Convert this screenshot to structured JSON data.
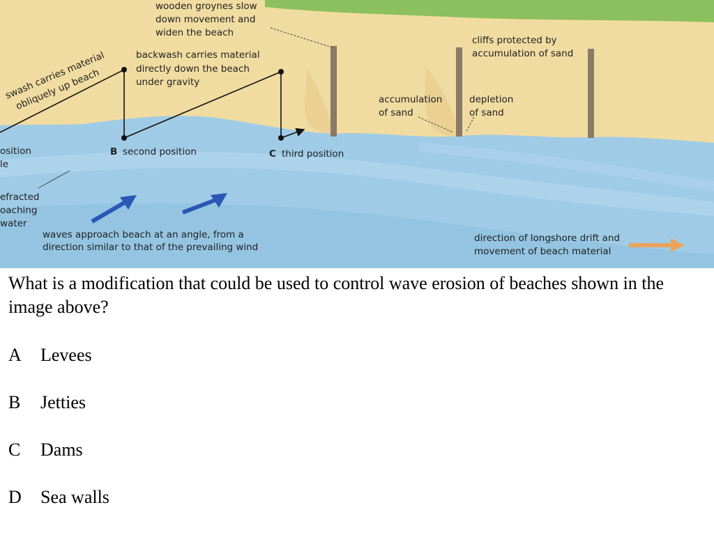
{
  "diagram": {
    "labels": {
      "groynes_line1": "wooden groynes slow",
      "groynes_line2": "down movement and",
      "groynes_line3": "widen the beach",
      "backwash_line1": "backwash carries material",
      "backwash_line2": "directly down the beach",
      "backwash_line3": "under gravity",
      "swash_line1": "swash carries material",
      "swash_line2": "obliquely up beach",
      "cliffs_line1": "cliffs protected by",
      "cliffs_line2": "accumulation of sand",
      "accum_line1": "accumulation",
      "accum_line2": "of sand",
      "depletion_line1": "depletion",
      "depletion_line2": "of sand",
      "first_pos_line1": "osition",
      "first_pos_line2": "le",
      "b_letter": "B",
      "b_text": "second position",
      "c_letter": "C",
      "c_text": "third position",
      "refracted_line1": "efracted",
      "refracted_line2": "oaching",
      "refracted_line3": "water",
      "waves_line1": "waves approach beach at an angle, from a",
      "waves_line2": "direction similar to that of the prevailing wind",
      "drift_line1": "direction of longshore drift and",
      "drift_line2": "movement of beach material"
    },
    "colors": {
      "grass": "#8cbf5e",
      "sand": "#f0dca0",
      "wet_sand": "#e6c98a",
      "sea": "#9fcbe6",
      "sea_dark": "#7fb6da",
      "groyne": "#8a7a68",
      "wave_arrow": "#2a57b5",
      "drift_arrow": "#e9a35a"
    }
  },
  "question": {
    "text": "What is a modification that could be used to control wave erosion of beaches shown in the image above?",
    "options": [
      {
        "letter": "A",
        "text": "Levees"
      },
      {
        "letter": "B",
        "text": "Jetties"
      },
      {
        "letter": "C",
        "text": "Dams"
      },
      {
        "letter": "D",
        "text": "Sea walls"
      }
    ]
  }
}
